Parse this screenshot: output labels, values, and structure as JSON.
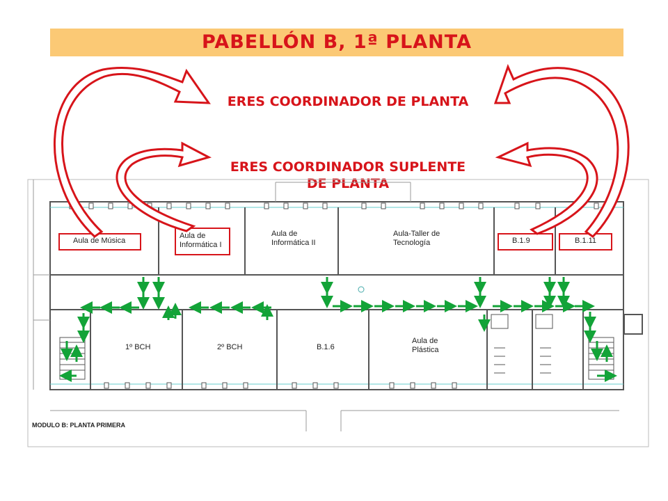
{
  "title": "PABELLÓN B, 1ª PLANTA",
  "callouts": {
    "coordinator": "ERES COORDINADOR DE PLANTA",
    "substitute_line1": "ERES COORDINADOR SUPLENTE",
    "substitute_line2": "DE PLANTA"
  },
  "rooms": {
    "musica": "Aula de Música",
    "informatica1_line1": "Aula de",
    "informatica1_line2": "Informática I",
    "informatica2_line1": "Aula de",
    "informatica2_line2": "Informática II",
    "tecnologia_line1": "Aula-Taller de",
    "tecnologia_line2": "Tecnología",
    "b19": "B.1.9",
    "b111": "B.1.11",
    "bch1": "1º BCH",
    "bch2": "2º BCH",
    "b16": "B.1.6",
    "plastica_line1": "Aula de",
    "plastica_line2": "Plástica"
  },
  "legend": "MODULO B: PLANTA PRIMERA",
  "colors": {
    "accent_red": "#d7141a",
    "title_bar": "#fbc975",
    "evac_green": "#13a338",
    "wall": "#555555"
  }
}
